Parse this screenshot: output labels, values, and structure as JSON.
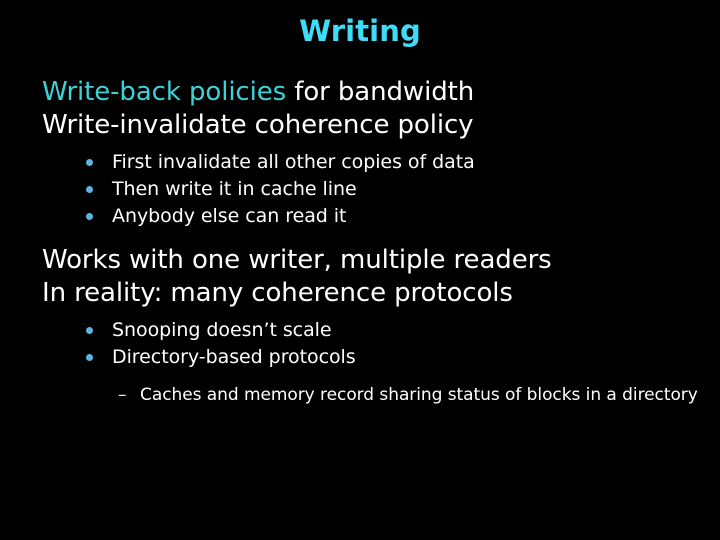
{
  "slide": {
    "title": "Writing",
    "title_color": "#3FDCF7",
    "background_color": "#000000",
    "text_color": "#FFFFFF",
    "accent_teal": "#3CD2D8",
    "bullet_dot_color": "#5FB3E4",
    "dash_marker": "–",
    "content": [
      {
        "level": 1,
        "segments": [
          {
            "text": "Write-back policies",
            "color": "teal"
          },
          {
            "text": " for bandwidth",
            "color": "white"
          }
        ],
        "plain": "Write-back policies for bandwidth"
      },
      {
        "level": 1,
        "plain": "Write-invalidate coherence policy"
      },
      {
        "level": 2,
        "plain": "First invalidate all other copies of data"
      },
      {
        "level": 2,
        "plain": "Then write it in cache line"
      },
      {
        "level": 2,
        "plain": "Anybody else can read it"
      },
      {
        "level": 1,
        "plain": "Works with one writer, multiple readers"
      },
      {
        "level": 1,
        "plain": "In reality: many coherence protocols"
      },
      {
        "level": 2,
        "plain": "Snooping doesn’t scale"
      },
      {
        "level": 2,
        "plain": "Directory-based protocols"
      },
      {
        "level": 3,
        "plain": "Caches and memory record sharing status of blocks in a directory"
      }
    ]
  }
}
